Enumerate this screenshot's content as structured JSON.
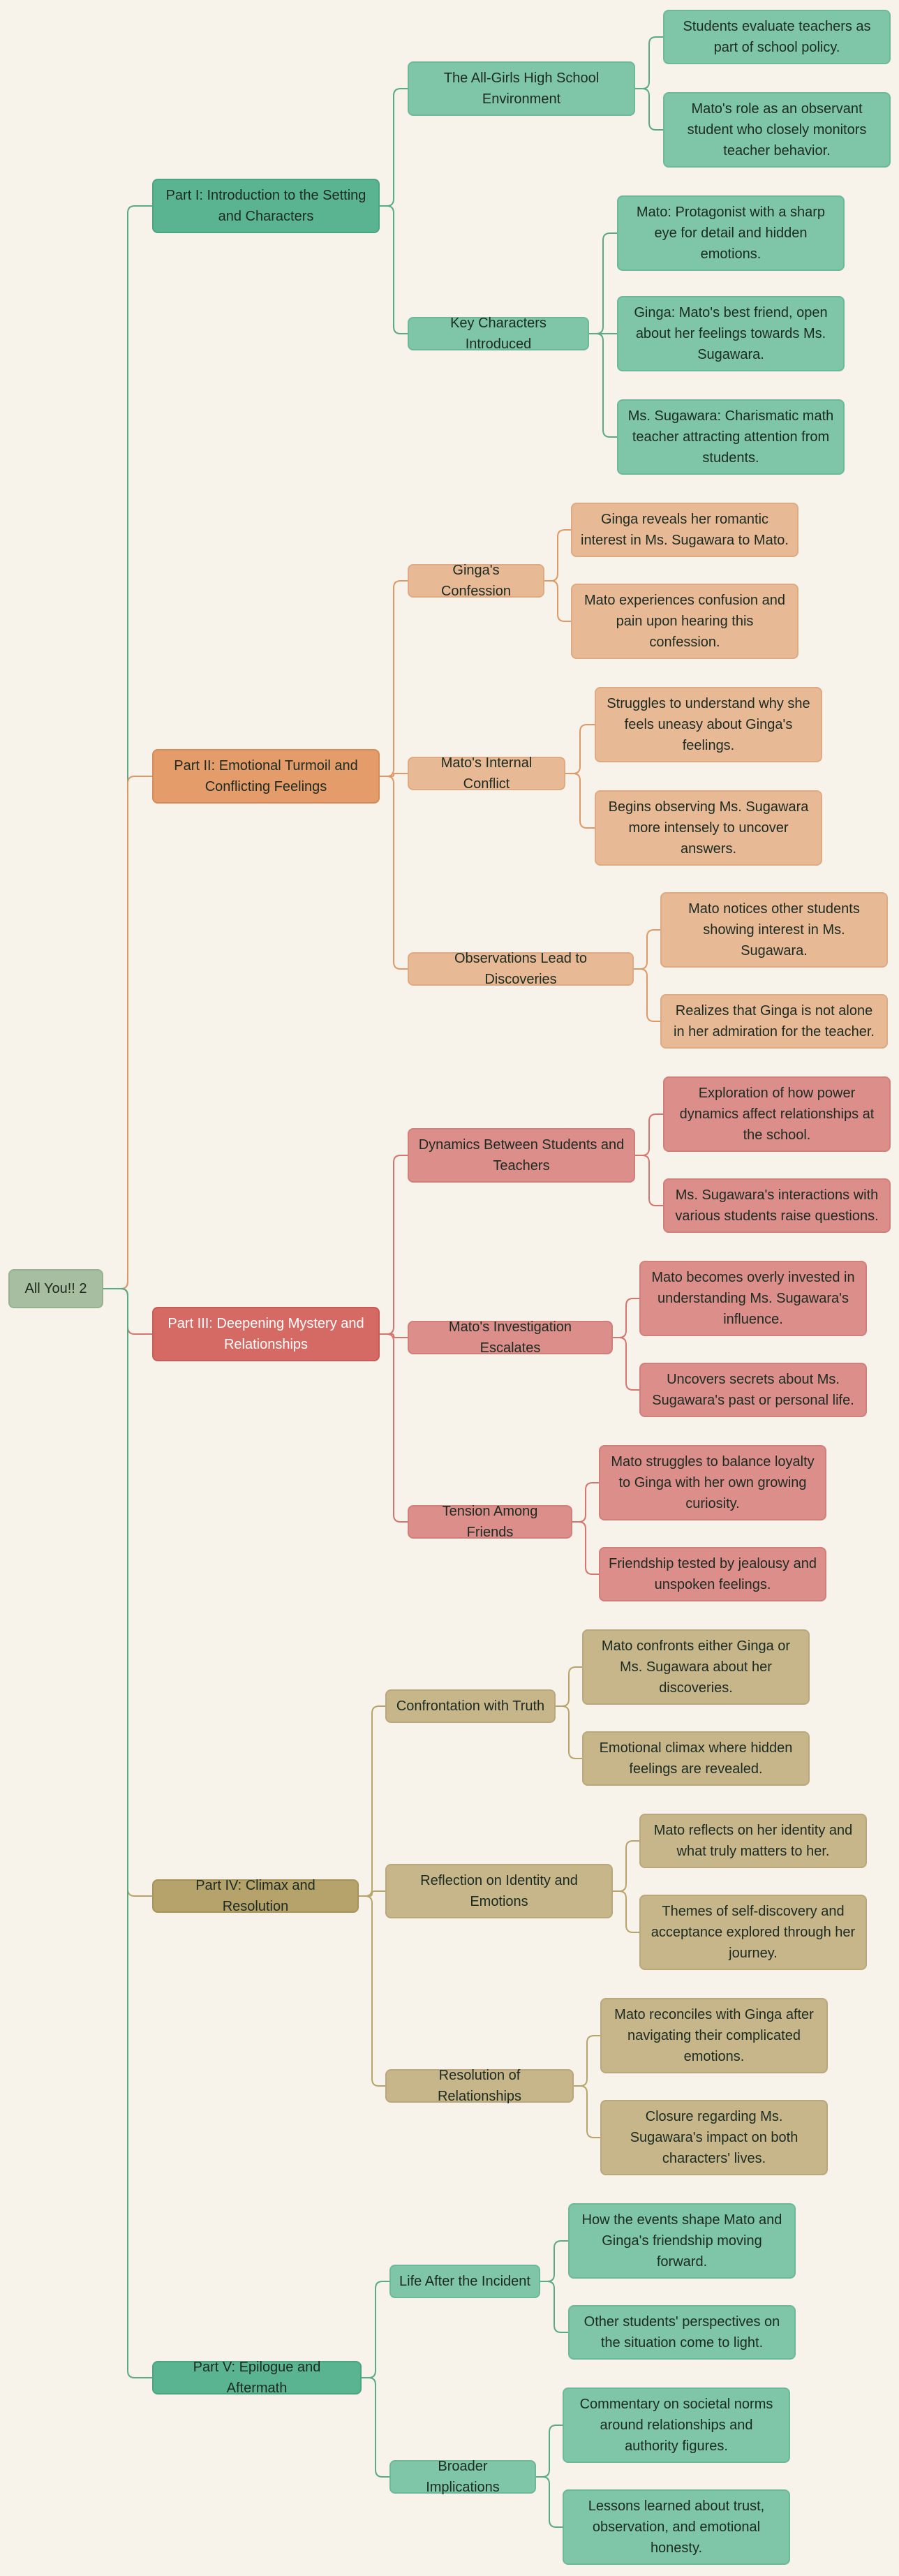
{
  "colors": {
    "green_line": "#5aaa84",
    "orange_line": "#dd9a68",
    "red_line": "#d47570",
    "tan_line": "#b8a46a"
  },
  "root": {
    "label": "All You!! 2"
  },
  "parts": [
    {
      "label": "Part I: Introduction to the Setting and Characters",
      "topics": [
        {
          "label": "The All-Girls High School Environment",
          "details": [
            "Students evaluate teachers as part of school policy.",
            "Mato's role as an observant student who closely monitors teacher behavior."
          ]
        },
        {
          "label": "Key Characters Introduced",
          "details": [
            "Mato: Protagonist with a sharp eye for detail and hidden emotions.",
            "Ginga: Mato's best friend, open about her feelings towards Ms. Sugawara.",
            "Ms. Sugawara: Charismatic math teacher attracting attention from students."
          ]
        }
      ]
    },
    {
      "label": "Part II: Emotional Turmoil and Conflicting Feelings",
      "topics": [
        {
          "label": "Ginga's Confession",
          "details": [
            "Ginga reveals her romantic interest in Ms. Sugawara to Mato.",
            "Mato experiences confusion and pain upon hearing this confession."
          ]
        },
        {
          "label": "Mato's Internal Conflict",
          "details": [
            "Struggles to understand why she feels uneasy about Ginga's feelings.",
            "Begins observing Ms. Sugawara more intensely to uncover answers."
          ]
        },
        {
          "label": "Observations Lead to Discoveries",
          "details": [
            "Mato notices other students showing interest in Ms. Sugawara.",
            "Realizes that Ginga is not alone in her admiration for the teacher."
          ]
        }
      ]
    },
    {
      "label": "Part III: Deepening Mystery and Relationships",
      "topics": [
        {
          "label": "Dynamics Between Students and Teachers",
          "details": [
            "Exploration of how power dynamics affect relationships at the school.",
            "Ms. Sugawara's interactions with various students raise questions."
          ]
        },
        {
          "label": "Mato's Investigation Escalates",
          "details": [
            "Mato becomes overly invested in understanding Ms. Sugawara's influence.",
            "Uncovers secrets about Ms. Sugawara's past or personal life."
          ]
        },
        {
          "label": "Tension Among Friends",
          "details": [
            "Mato struggles to balance loyalty to Ginga with her own growing curiosity.",
            "Friendship tested by jealousy and unspoken feelings."
          ]
        }
      ]
    },
    {
      "label": "Part IV: Climax and Resolution",
      "topics": [
        {
          "label": "Confrontation with Truth",
          "details": [
            "Mato confronts either Ginga or Ms. Sugawara about her discoveries.",
            "Emotional climax where hidden feelings are revealed."
          ]
        },
        {
          "label": "Reflection on Identity and Emotions",
          "details": [
            "Mato reflects on her identity and what truly matters to her.",
            "Themes of self-discovery and acceptance explored through her journey."
          ]
        },
        {
          "label": "Resolution of Relationships",
          "details": [
            "Mato reconciles with Ginga after navigating their complicated emotions.",
            "Closure regarding Ms. Sugawara's impact on both characters' lives."
          ]
        }
      ]
    },
    {
      "label": "Part V: Epilogue and Aftermath",
      "topics": [
        {
          "label": "Life After the Incident",
          "details": [
            "How the events shape Mato and Ginga's friendship moving forward.",
            "Other students' perspectives on the situation come to light."
          ]
        },
        {
          "label": "Broader Implications",
          "details": [
            "Commentary on societal norms around relationships and authority figures.",
            "Lessons learned about trust, observation, and emotional honesty."
          ]
        }
      ]
    }
  ]
}
